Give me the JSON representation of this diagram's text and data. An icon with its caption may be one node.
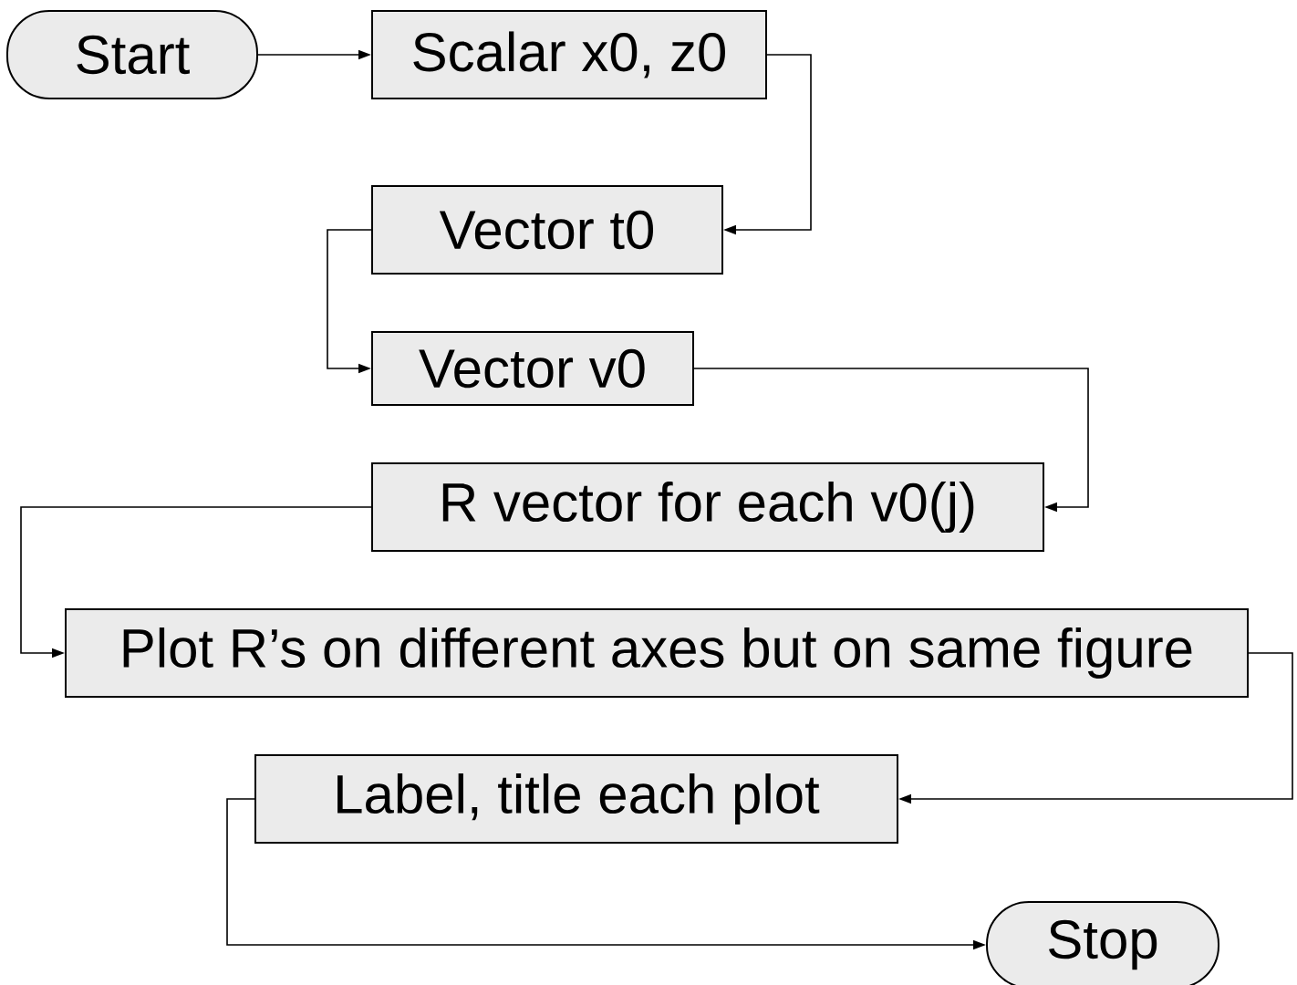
{
  "diagram": {
    "nodes": [
      {
        "text": [
          "Start"
        ]
      },
      {
        "text": [
          "Scalar x0, z0"
        ]
      },
      {
        "text": [
          "Vector t0"
        ]
      },
      {
        "text": [
          "Vector v0"
        ]
      },
      {
        "text": [
          "R vector for each v0(j)"
        ]
      },
      {
        "text": [
          "Plot R’s on different axes but on same figure"
        ]
      },
      {
        "text": [
          "Label, title each plot"
        ]
      },
      {
        "text": [
          "Stop"
        ]
      }
    ],
    "edges": [
      {
        "from": 0,
        "to": 1,
        "arrow": "to"
      },
      {
        "from": 1,
        "to": 2,
        "arrow": "to"
      },
      {
        "from": 2,
        "to": 3,
        "arrow": "to"
      },
      {
        "from": 3,
        "to": 4,
        "arrow": "to"
      },
      {
        "from": 4,
        "to": 5,
        "arrow": "to"
      },
      {
        "from": 5,
        "to": 6,
        "arrow": "to"
      },
      {
        "from": 6,
        "to": 7,
        "arrow": "to"
      }
    ]
  }
}
